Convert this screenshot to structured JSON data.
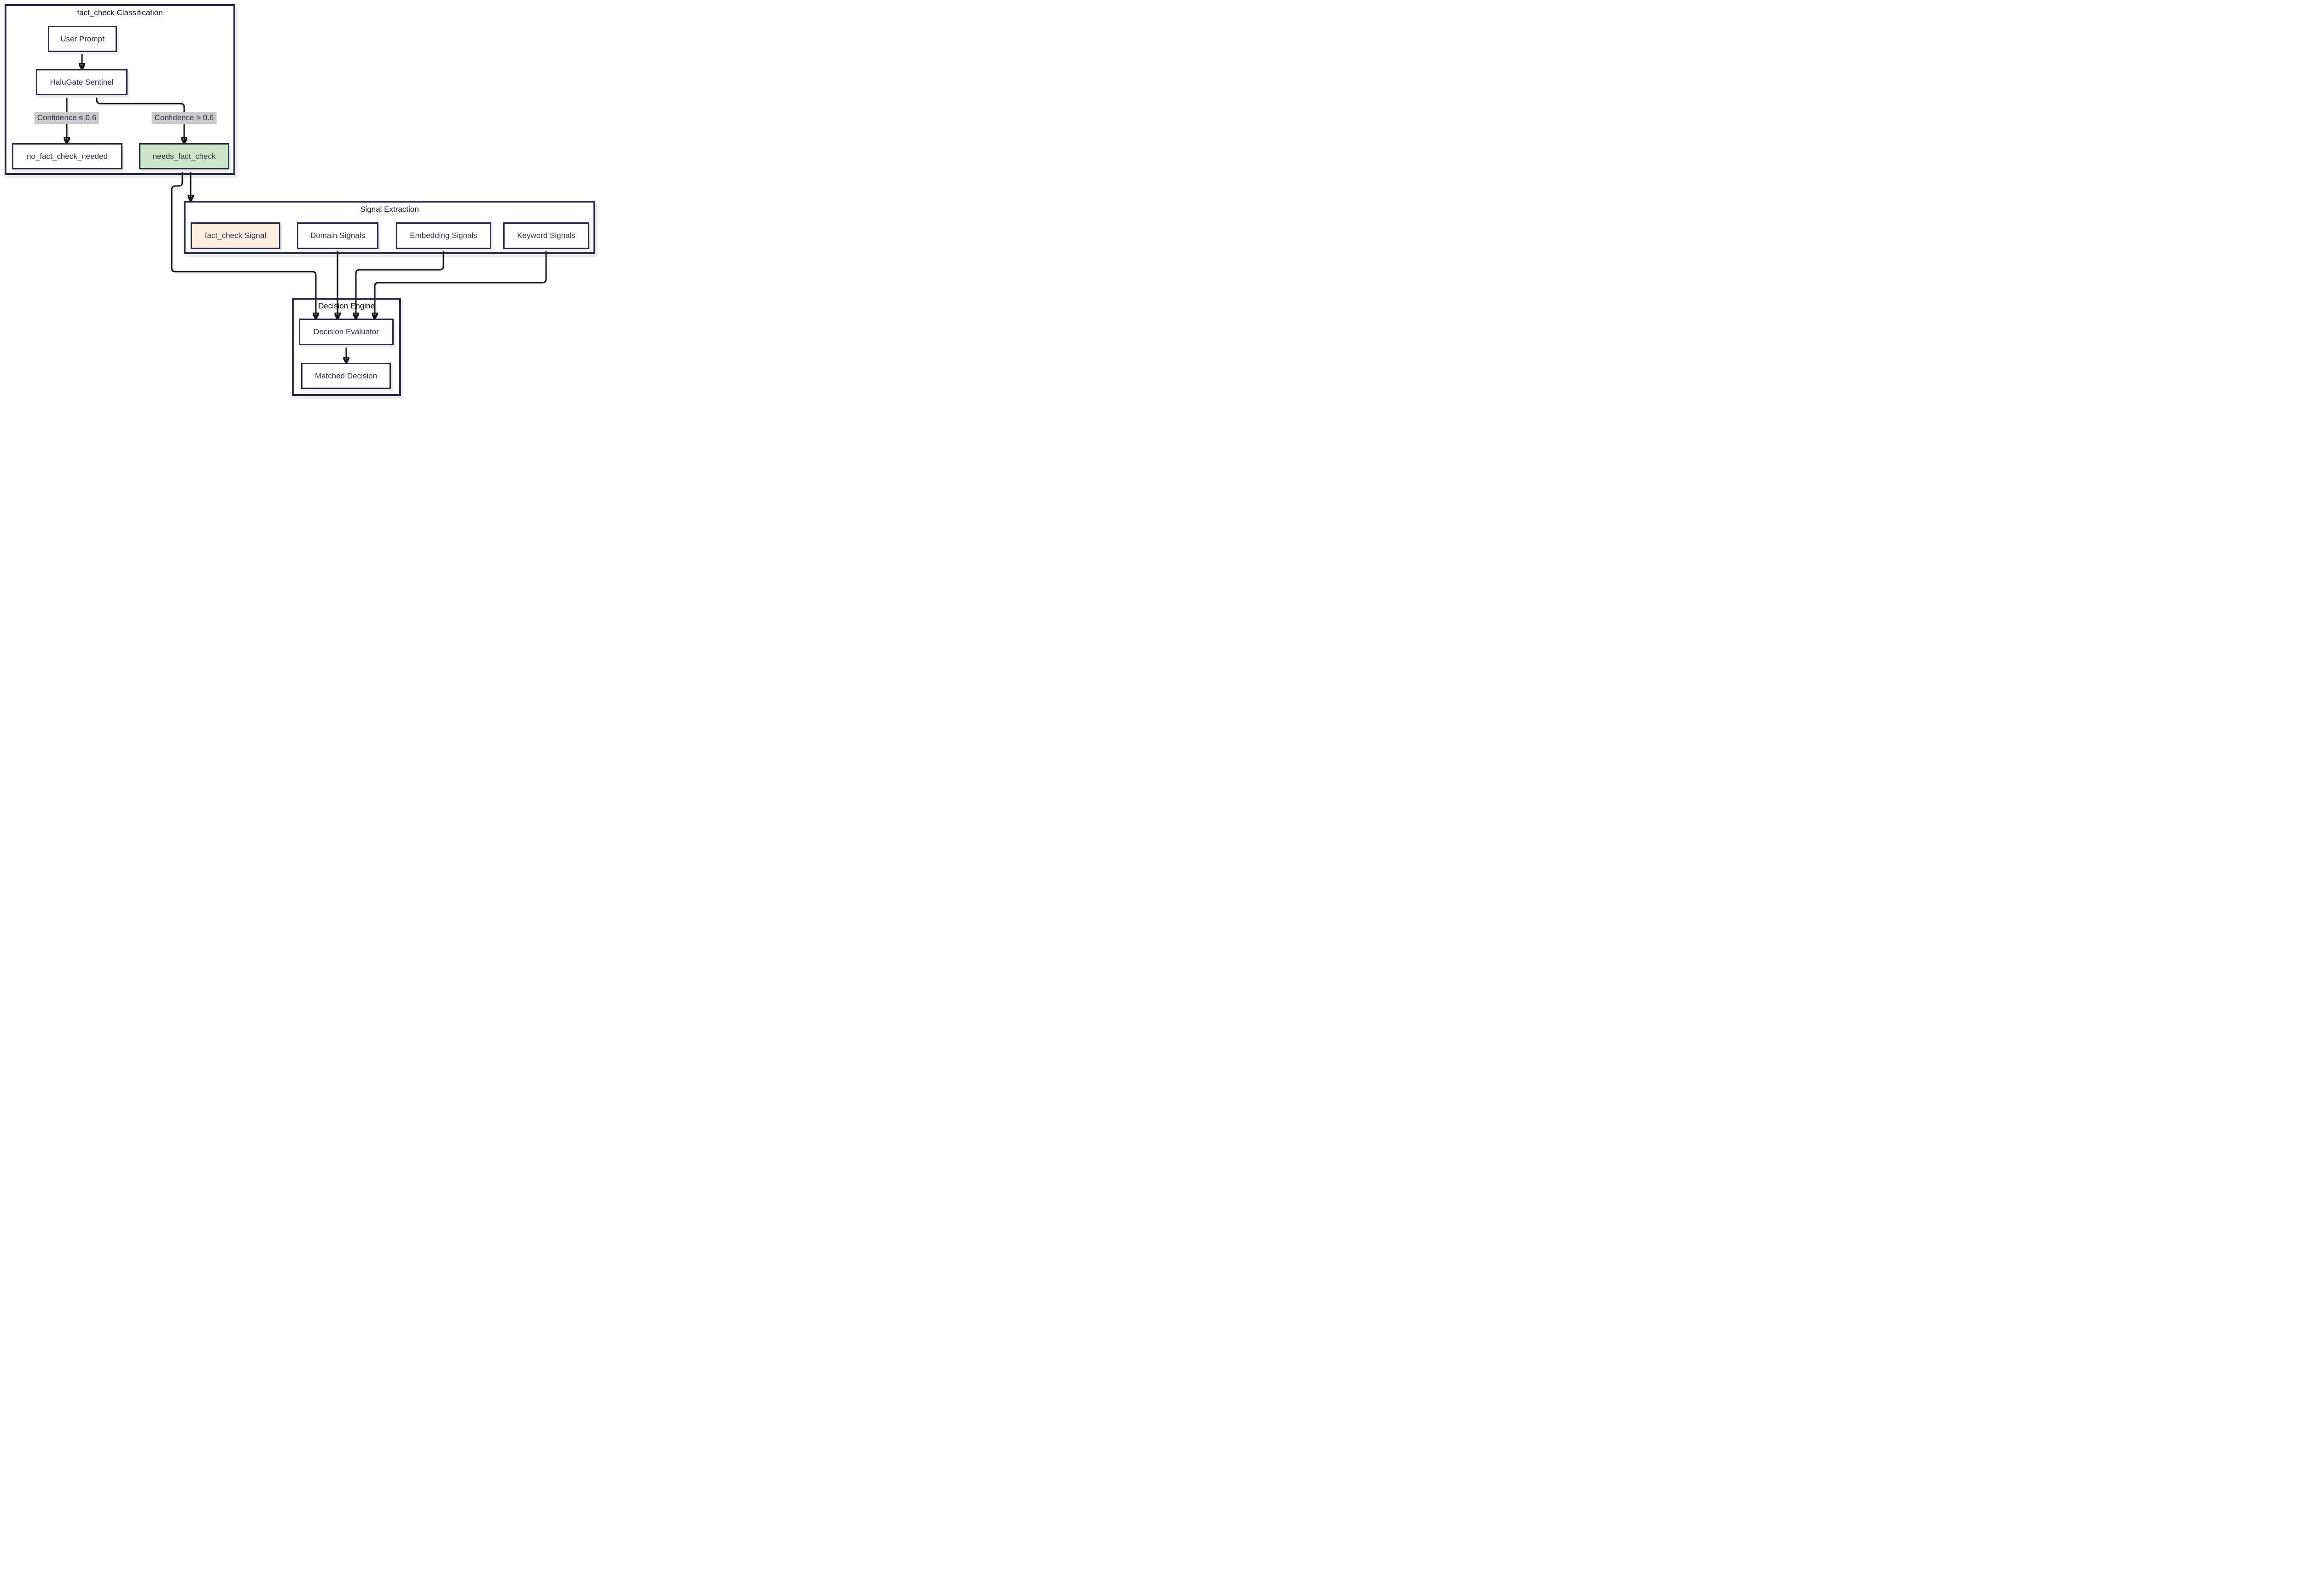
{
  "diagram": {
    "type": "flowchart",
    "direction": "top-down",
    "subgraphs": [
      {
        "id": "classification",
        "title": "fact_check Classification"
      },
      {
        "id": "signal_extraction",
        "title": "Signal Extraction"
      },
      {
        "id": "decision_engine",
        "title": "Decision Engine"
      }
    ],
    "nodes": {
      "user_prompt": {
        "label": "User Prompt",
        "subgraph": "classification",
        "fill": "#ffffff"
      },
      "halugate_sentinel": {
        "label": "HaluGate Sentinel",
        "subgraph": "classification",
        "fill": "#ffffff"
      },
      "no_fact_check_needed": {
        "label": "no_fact_check_needed",
        "subgraph": "classification",
        "fill": "#ffffff"
      },
      "needs_fact_check": {
        "label": "needs_fact_check",
        "subgraph": "classification",
        "fill": "#cbe6c8"
      },
      "fact_check_signal": {
        "label": "fact_check Signal",
        "subgraph": "signal_extraction",
        "fill": "#fdeedd"
      },
      "domain_signals": {
        "label": "Domain Signals",
        "subgraph": "signal_extraction",
        "fill": "#ffffff"
      },
      "embedding_signals": {
        "label": "Embedding Signals",
        "subgraph": "signal_extraction",
        "fill": "#ffffff"
      },
      "keyword_signals": {
        "label": "Keyword Signals",
        "subgraph": "signal_extraction",
        "fill": "#ffffff"
      },
      "decision_evaluator": {
        "label": "Decision Evaluator",
        "subgraph": "decision_engine",
        "fill": "#ffffff"
      },
      "matched_decision": {
        "label": "Matched Decision",
        "subgraph": "decision_engine",
        "fill": "#ffffff"
      }
    },
    "edges": [
      {
        "from": "user_prompt",
        "to": "halugate_sentinel",
        "label": ""
      },
      {
        "from": "halugate_sentinel",
        "to": "no_fact_check_needed",
        "label": "Confidence ≤ 0.6"
      },
      {
        "from": "halugate_sentinel",
        "to": "needs_fact_check",
        "label": "Confidence > 0.6"
      },
      {
        "from": "needs_fact_check",
        "to": "signal_extraction",
        "label": ""
      },
      {
        "from": "needs_fact_check",
        "to": "decision_evaluator",
        "label": ""
      },
      {
        "from": "domain_signals",
        "to": "decision_evaluator",
        "label": ""
      },
      {
        "from": "embedding_signals",
        "to": "decision_evaluator",
        "label": ""
      },
      {
        "from": "keyword_signals",
        "to": "decision_evaluator",
        "label": ""
      },
      {
        "from": "decision_evaluator",
        "to": "matched_decision",
        "label": ""
      }
    ],
    "colors": {
      "background": "#ffffff",
      "node_fill": "#ffffff",
      "node_border": "#282b42",
      "node_text": "#2b2e48",
      "cluster_title_text": "#111322",
      "edge_stroke": "#141414",
      "edge_label_bg": "#cacaca",
      "needs_fact_check_fill": "#cbe6c8",
      "fact_check_signal_fill": "#fdeedd",
      "shadow": "#ececec"
    }
  }
}
